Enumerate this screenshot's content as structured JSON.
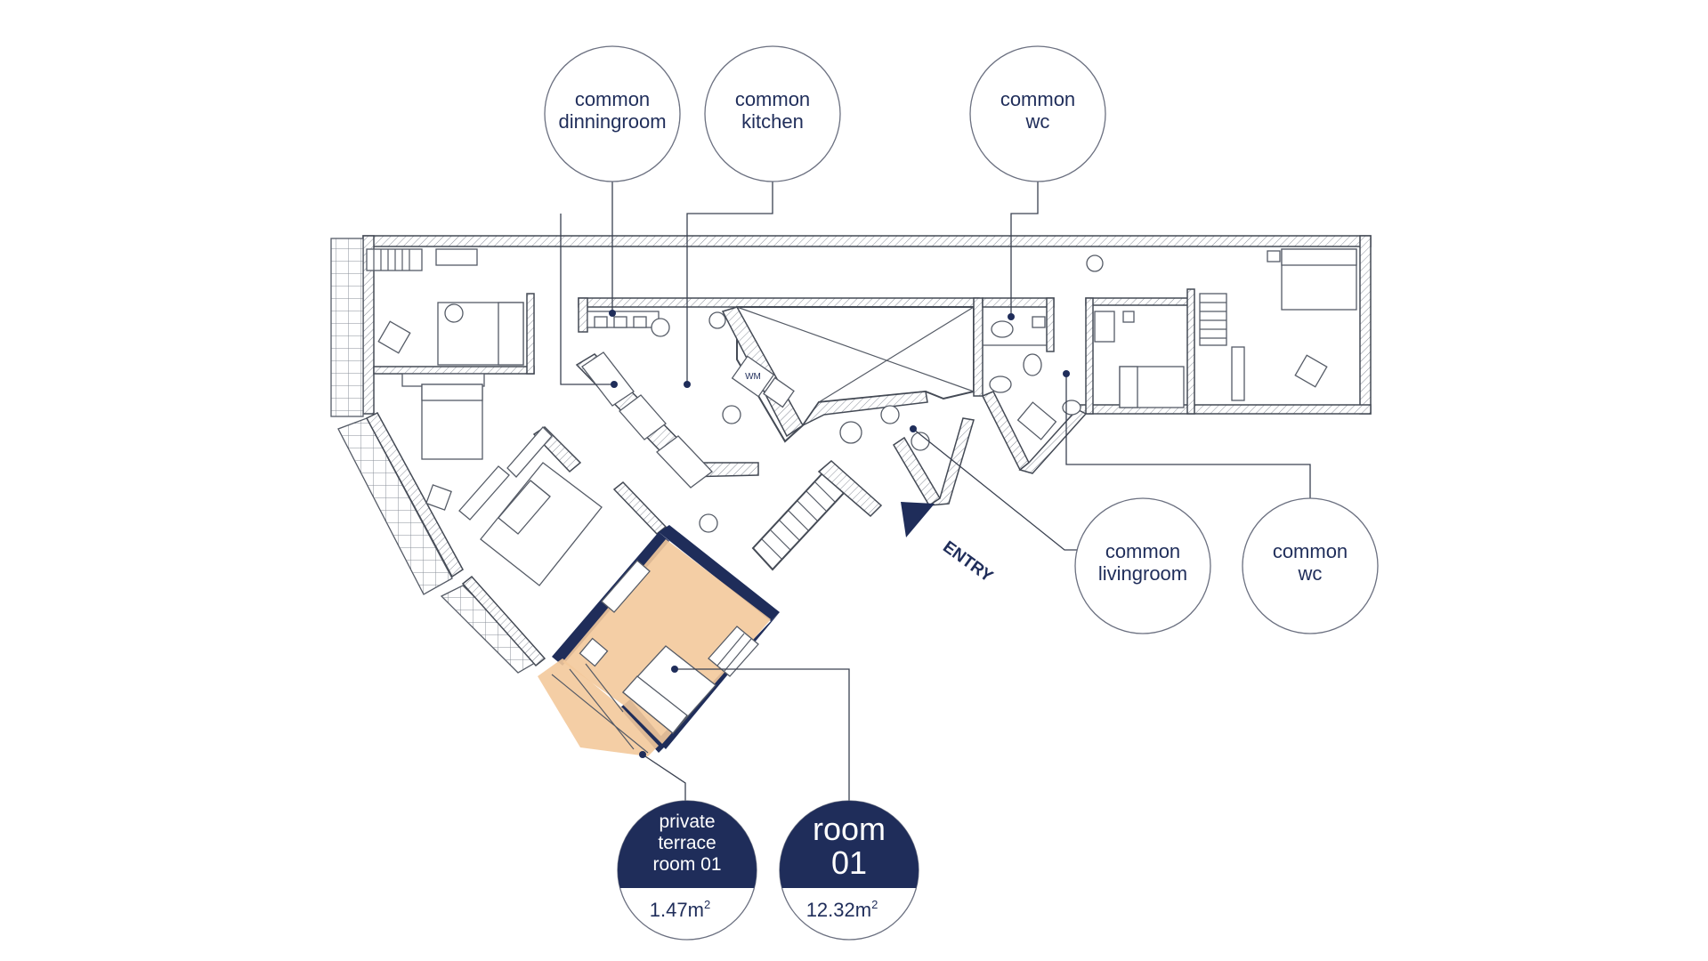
{
  "labels": {
    "dining": [
      "common",
      "dinningroom"
    ],
    "kitchen": [
      "common",
      "kitchen"
    ],
    "wc_top": [
      "common",
      "wc"
    ],
    "living": [
      "common",
      "livingroom"
    ],
    "wc_right": [
      "common",
      "wc"
    ],
    "entry": "ENTRY",
    "wm": "WM",
    "terrace": {
      "lines": [
        "private",
        "terrace",
        "room 01"
      ],
      "area": "1.47m",
      "unit_sup": "2"
    },
    "room": {
      "lines": [
        "room",
        "01"
      ],
      "area": "12.32m",
      "unit_sup": "2"
    }
  },
  "colors": {
    "navy": "#1f2d5a",
    "highlight": "#f3c99b",
    "wall": "#444a55"
  }
}
